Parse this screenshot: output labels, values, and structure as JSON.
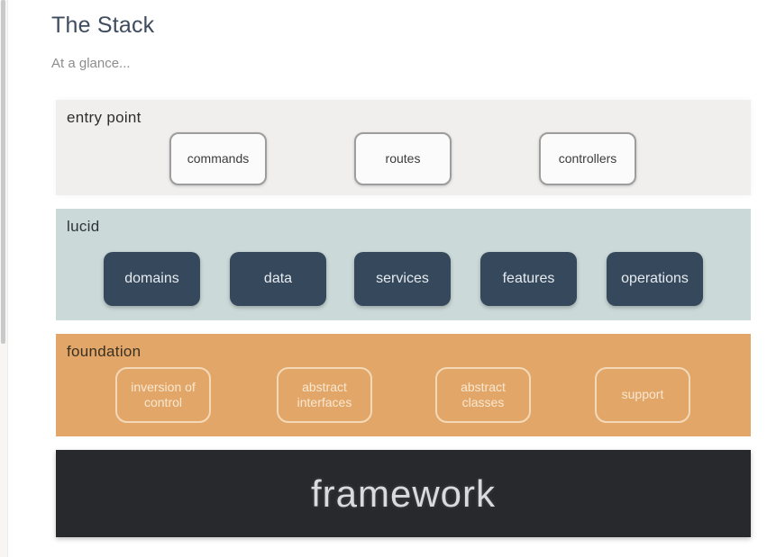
{
  "page": {
    "title": "The Stack",
    "subtitle": "At a glance..."
  },
  "diagram": {
    "layers": [
      {
        "name": "entry point",
        "band_color": "#f0efee",
        "boxes": [
          "commands",
          "routes",
          "controllers"
        ]
      },
      {
        "name": "lucid",
        "band_color": "#cbd9d8",
        "boxes": [
          "domains",
          "data",
          "services",
          "features",
          "operations"
        ]
      },
      {
        "name": "foundation",
        "band_color": "#e2a768",
        "boxes": [
          "inversion of control",
          "abstract interfaces",
          "abstract classes",
          "support"
        ]
      },
      {
        "name": "framework",
        "band_color": "#27292d",
        "boxes": []
      }
    ]
  },
  "colors": {
    "title_text": "#3e4c5e",
    "subtitle_text": "#8d8d8d",
    "entry_box_bg": "#fbfbfb",
    "entry_box_border": "#9d9d9d",
    "lucid_box_bg": "#35485c",
    "lucid_box_text": "#e7ebef",
    "foundation_box_border": "#f2dcba",
    "framework_text": "#d8dadd",
    "scrollbar_thumb": "#c9c9c9",
    "scrollbar_track": "#f7f6f5"
  }
}
